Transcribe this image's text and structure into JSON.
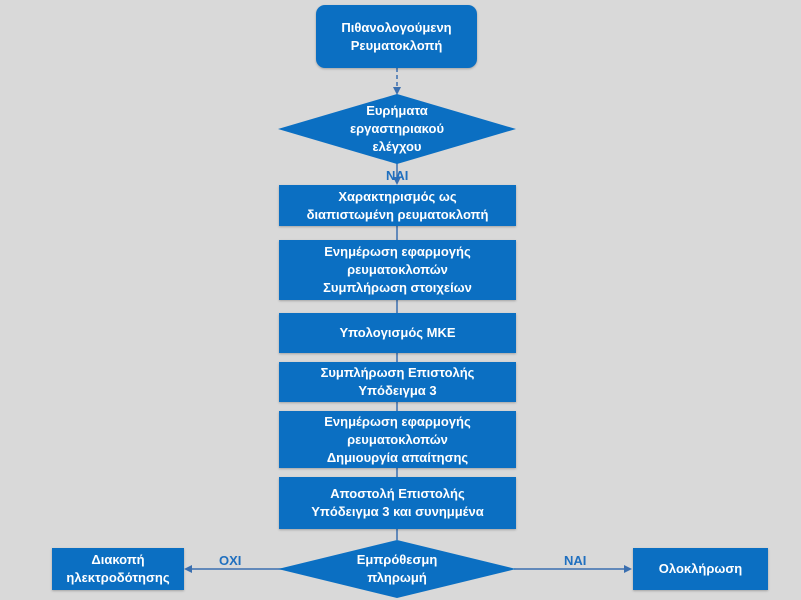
{
  "start": {
    "line1": "Πιθανολογούμενη",
    "line2": "Ρευματοκλοπή"
  },
  "decision_lab": {
    "line1": "Ευρήματα",
    "line2": "εργαστηριακού",
    "line3": "ελέγχου"
  },
  "label_yes_1": "ΝΑΙ",
  "step_characterize": {
    "line1": "Χαρακτηρισμός ως",
    "line2": "διαπιστωμένη ρευματοκλοπή"
  },
  "step_update_app_1": {
    "line1": "Ενημέρωση εφαρμογής",
    "line2": "ρευματοκλοπών",
    "line3": "Συμπλήρωση στοιχείων"
  },
  "step_calc": {
    "line1": "Υπολογισμός ΜΚΕ"
  },
  "step_letter": {
    "line1": "Συμπλήρωση Επιστολής",
    "line2": "Υπόδειγμα 3"
  },
  "step_update_app_2": {
    "line1": "Ενημέρωση εφαρμογής",
    "line2": "ρευματοκλοπών",
    "line3": "Δημιουργία απαίτησης"
  },
  "step_send": {
    "line1": "Αποστολή Επιστολής",
    "line2": "Υπόδειγμα 3 και συνημμένα"
  },
  "decision_payment": {
    "line1": "Εμπρόθεσμη",
    "line2": "πληρωμή"
  },
  "label_no": "ΟΧΙ",
  "label_yes_2": "ΝΑΙ",
  "outcome_disconnect": {
    "line1": "Διακοπή",
    "line2": "ηλεκτροδότησης"
  },
  "outcome_complete": {
    "line1": "Ολοκλήρωση"
  }
}
